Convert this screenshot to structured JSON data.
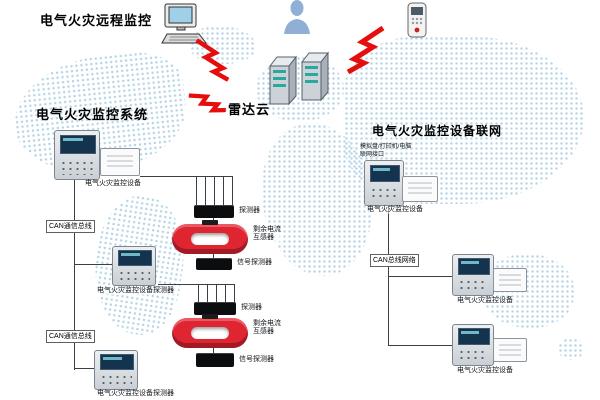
{
  "colors": {
    "bolt": "#e60d0d",
    "transformer": "#e02532",
    "map_dot": "#a6cde2",
    "line": "#3a3f45"
  },
  "icons": {
    "top_left": "desktop-computer",
    "top_center": "person-operator",
    "top_right": "handheld-detector",
    "center": "cloud-servers"
  },
  "titles": {
    "remote": "电气火灾远程监控",
    "system": "电气火灾监控系统",
    "cloud": "雷达云",
    "network": "电气火灾监控设备联网"
  },
  "left": {
    "device1": "电气火灾监控设备",
    "bus1": "CAN通信总线",
    "device2": "电气火灾监控设备探测器",
    "bus2": "CAN通信总线",
    "device3": "电气火灾监控设备探测器"
  },
  "chain_a": {
    "top": "探测器",
    "ring_line1": "剩余电流",
    "ring_line2": "互感器",
    "bottom": "信号探测器"
  },
  "chain_b": {
    "top": "探测器",
    "ring_line1": "剩余电流",
    "ring_line2": "互感器",
    "bottom": "信号探测器"
  },
  "right": {
    "note1": "模拟盘/打印机/电脑",
    "note2": "联网接口",
    "device1": "电气火灾监控设备",
    "bus": "CAN总线网络",
    "device2": "电气火灾监控设备",
    "device3": "电气火灾监控设备"
  }
}
